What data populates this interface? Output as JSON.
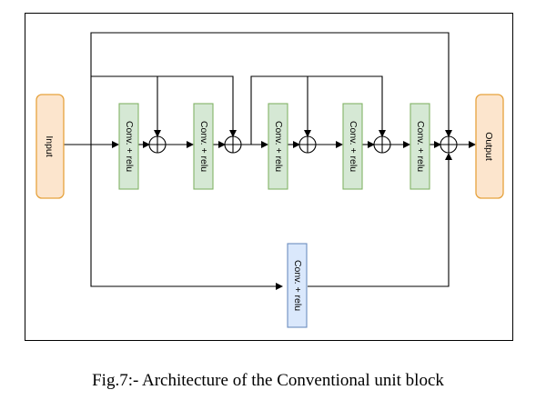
{
  "diagram": {
    "input_label": "Input",
    "output_label": "Output",
    "conv_blocks": [
      "Conv. + relu",
      "Conv. + relu",
      "Conv. + relu",
      "Conv. + relu",
      "Conv. + relu"
    ],
    "bottom_conv_label": "Conv. + relu",
    "colors": {
      "io_fill": "#FCE5CD",
      "io_stroke": "#E6A23C",
      "conv_fill": "#D5E8D4",
      "conv_stroke": "#82B366",
      "bottom_fill": "#DAE8FC",
      "bottom_stroke": "#6C8EBF",
      "line": "#000000"
    }
  },
  "caption": "Fig.7:- Architecture of the Conventional unit  block"
}
